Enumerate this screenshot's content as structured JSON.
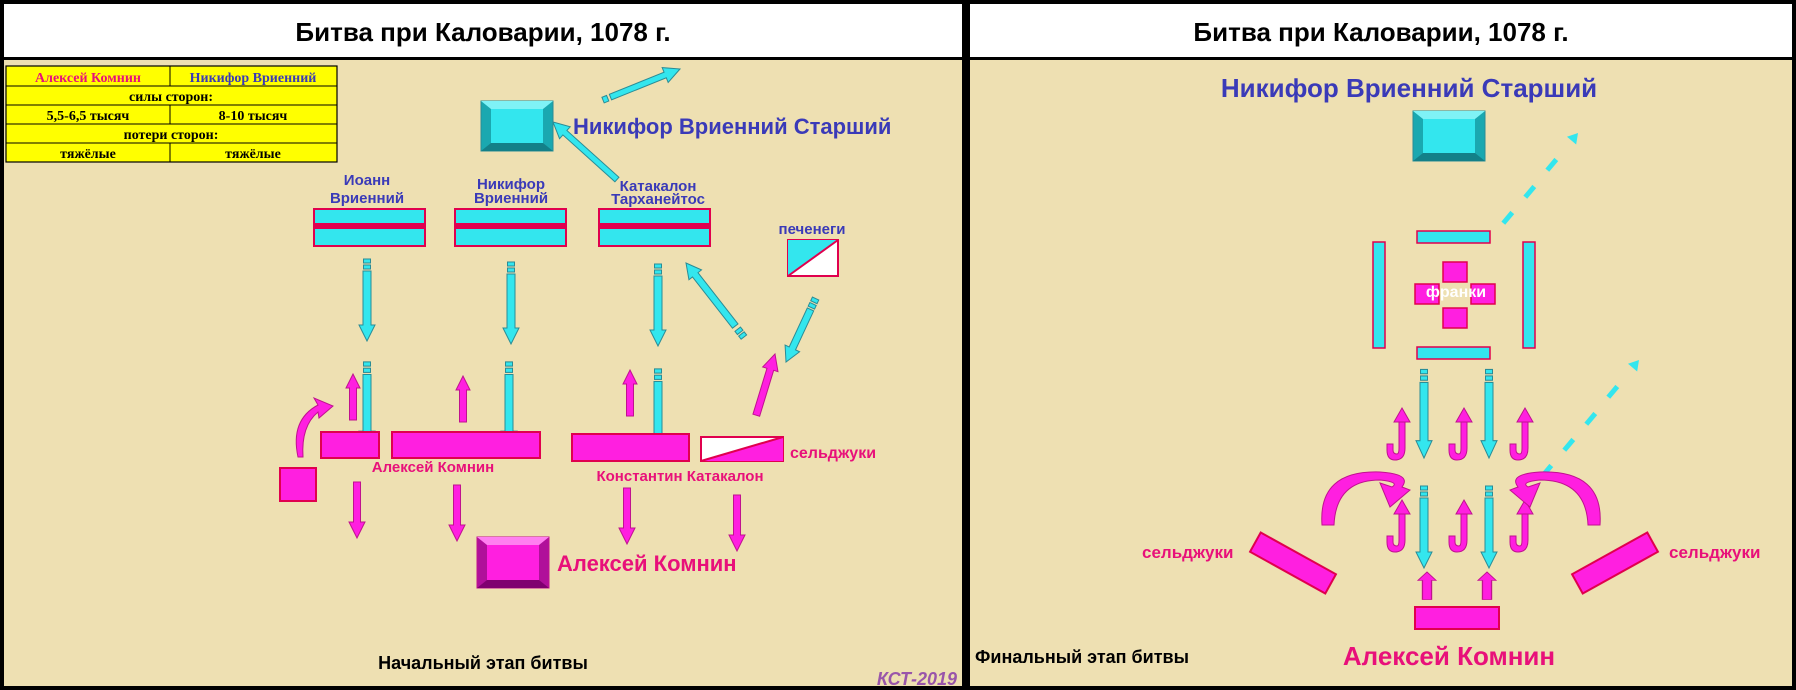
{
  "colors": {
    "background": "#EEE0B2",
    "cyan": "#33E6EE",
    "magenta": "#FF1FE0",
    "red": "#E0004E",
    "blue": "#3A3AB8",
    "pink_text": "#E8107A",
    "table_yellow": "#FFFF00",
    "signature": "#9955AA"
  },
  "left_panel": {
    "title": "Битва при Каловарии, 1078 г.",
    "table": {
      "header_left": "Алексей Комнин",
      "header_right": "Никифор Вриенний",
      "forces_label": "силы сторон:",
      "forces_left": "5,5-6,5 тысяч",
      "forces_right": "8-10 тысяч",
      "losses_label": "потери сторон:",
      "losses_left": "тяжёлые",
      "losses_right": "тяжёлые"
    },
    "labels": {
      "nikifor_senior": "Никифор Вриенний Старший",
      "ioann_line1": "Иоанн",
      "ioann_line2": "Вриенний",
      "nikifor_line1": "Никифор",
      "nikifor_line2": "Вриенний",
      "katakalon_line1": "Катакалон",
      "katakalon_line2": "Тарханейтос",
      "pechenegi": "печенеги",
      "seljuks": "сельджуки",
      "aleksei_small": "Алексей Комнин",
      "konstantin": "Константин Катакалон",
      "aleksei_big": "Алексей Комнин"
    },
    "caption": "Начальный этап битвы",
    "signature": "КСТ-2019"
  },
  "right_panel": {
    "title": "Битва при Каловарии, 1078 г.",
    "labels": {
      "nikifor_senior": "Никифор Вриенний Старший",
      "franks": "франки",
      "seljuks_left": "сельджуки",
      "seljuks_right": "сельджуки",
      "aleksei": "Алексей Комнин"
    },
    "caption": "Финальный этап битвы"
  }
}
